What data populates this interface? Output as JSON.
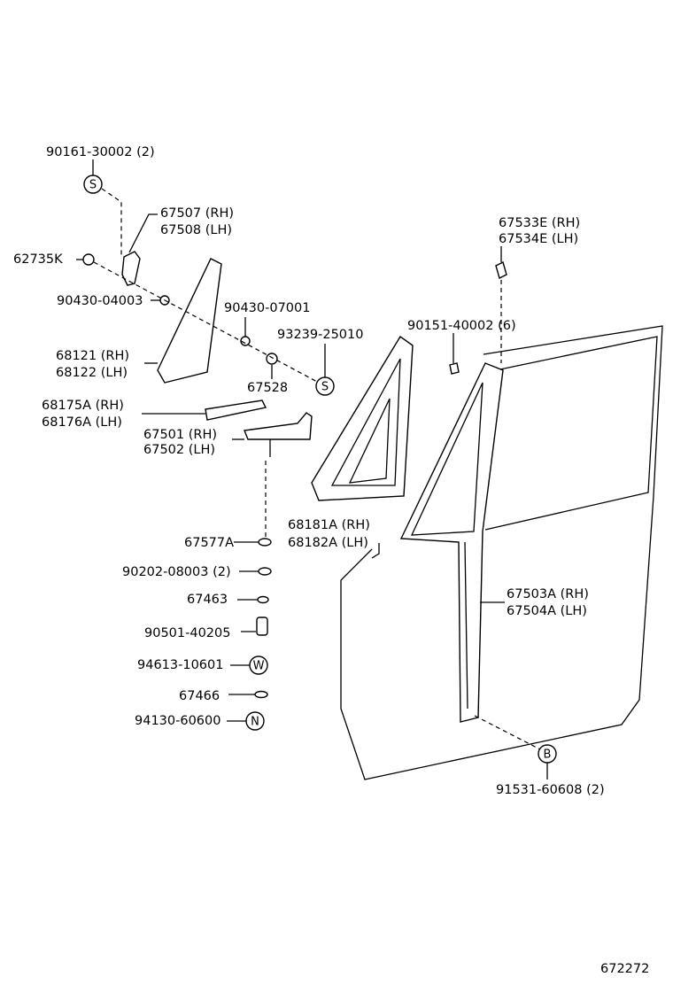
{
  "diagram_id": "672272",
  "parts": {
    "p90161": "90161-30002 (2)",
    "p67507": "67507 (RH)",
    "p67508": "67508 (LH)",
    "p62735K": "62735K",
    "p90430a": "90430-04003",
    "p90430b": "90430-07001",
    "p93239": "93239-25010",
    "p68121": "68121 (RH)",
    "p68122": "68122 (LH)",
    "p67528": "67528",
    "p68175A": "68175A (RH)",
    "p68176A": "68176A (LH)",
    "p67501": "67501 (RH)",
    "p67502": "67502 (LH)",
    "p67533E": "67533E (RH)",
    "p67534E": "67534E (LH)",
    "p90151": "90151-40002 (6)",
    "p68181A": "68181A (RH)",
    "p68182A": "68182A (LH)",
    "p67577A": "67577A",
    "p90202": "90202-08003 (2)",
    "p67463": "67463",
    "p90501": "90501-40205",
    "p94613": "94613-10601",
    "p67466": "67466",
    "p94130": "94130-60600",
    "p67503A": "67503A (RH)",
    "p67504A": "67504A (LH)",
    "p91531": "91531-60608 (2)"
  },
  "symbols": {
    "s": "S",
    "w": "W",
    "n": "N",
    "b": "B"
  }
}
